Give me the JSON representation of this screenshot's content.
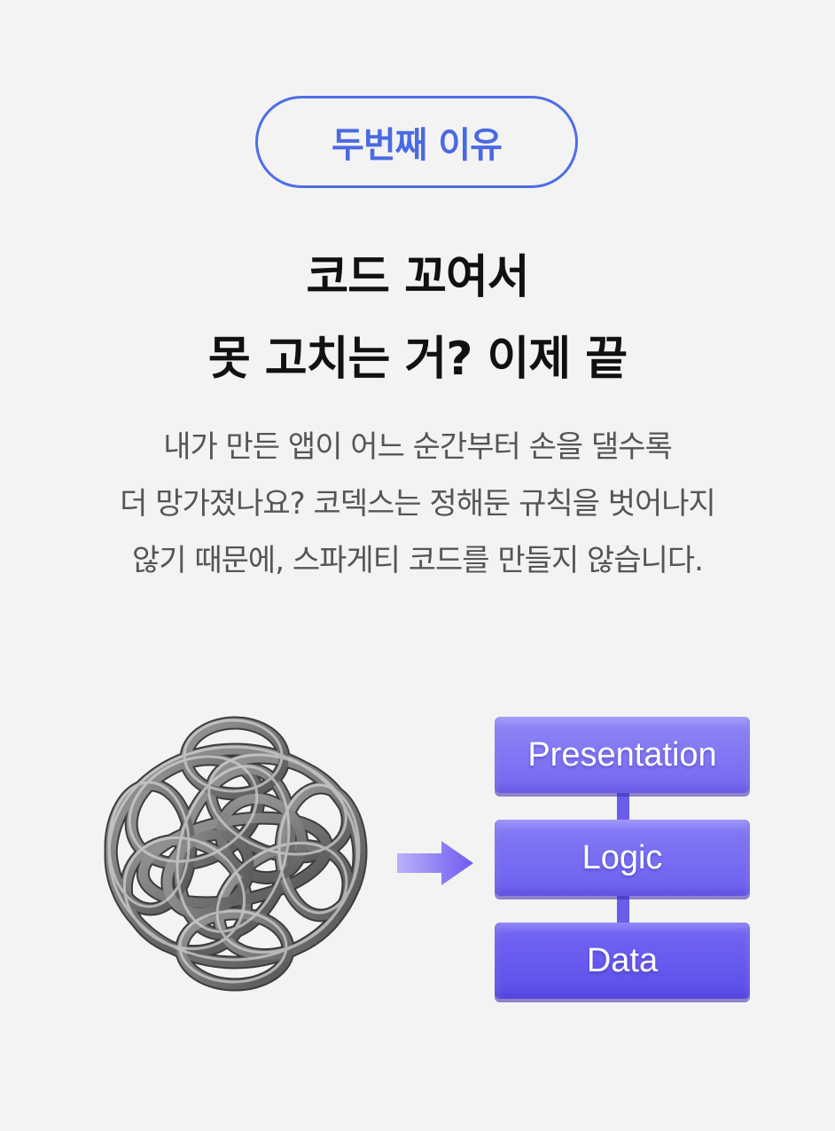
{
  "badge": {
    "label": "두번째 이유"
  },
  "headline": {
    "line1": "코드 꼬여서",
    "line2": "못 고치는 거? 이제 끝"
  },
  "description": {
    "line1": "내가 만든 앱이 어느 순간부터 손을 댈수록",
    "line2": "더 망가졌나요? 코덱스는 정해둔 규칙을 벗어나지",
    "line3": "않기 때문에, 스파게티 코드를 만들지 않습니다."
  },
  "layers": {
    "top": "Presentation",
    "middle": "Logic",
    "bottom": "Data"
  },
  "colors": {
    "accent": "#4e6ee6",
    "headline": "#111111",
    "body": "#555555",
    "layer_top": "#8f86f7",
    "layer_bottom": "#5b4de9"
  },
  "icons": {
    "tangle": "tangled-rope-icon",
    "arrow": "arrow-right-icon"
  }
}
